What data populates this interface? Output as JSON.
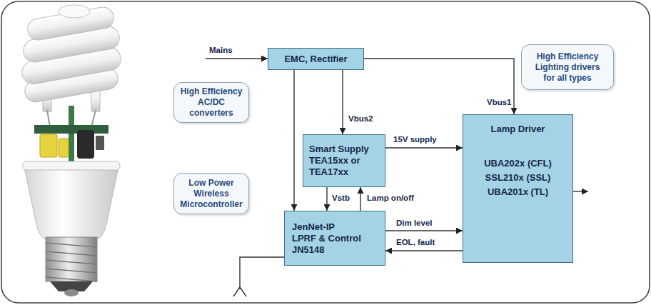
{
  "diagram": {
    "nodes": [
      {
        "text": [
          "EMC, Rectifier"
        ]
      },
      {
        "text": [
          "High Efficiency Lighting drivers for all types"
        ]
      },
      {
        "text": [
          "High Efficiency AC/DC converters"
        ]
      },
      {
        "text": [
          "Smart Supply TEA15xx or TEA17xx"
        ]
      },
      {
        "text": [
          "Lamp Driver",
          "UBA202x (CFL) SSL210x (SSL) UBA201x (TL)"
        ]
      },
      {
        "text": [
          "Low Power Wireless Microcontroller"
        ]
      },
      {
        "text": [
          "JenNet-IP LPRF & Control JN5148"
        ]
      }
    ],
    "edges": [
      {
        "from": 0,
        "to": 3,
        "arrow": "to",
        "label": "Vbus2"
      },
      {
        "from": 0,
        "to": 4,
        "arrow": "to",
        "label": "Vbus1"
      },
      {
        "from": 3,
        "to": 4,
        "arrow": "to",
        "label": "15V supply"
      },
      {
        "from": 3,
        "to": 6,
        "arrow": "to",
        "label": "Vstb"
      },
      {
        "from": 6,
        "to": 3,
        "arrow": "to",
        "label": "Lamp on/off"
      },
      {
        "from": 6,
        "to": 4,
        "arrow": "to",
        "label": "Dim level"
      },
      {
        "from": 4,
        "to": 6,
        "arrow": "to",
        "label": "EOL, fault"
      },
      {
        "from": 0,
        "to": 6,
        "arrow": "to"
      }
    ],
    "labels": [
      "Mains"
    ]
  }
}
